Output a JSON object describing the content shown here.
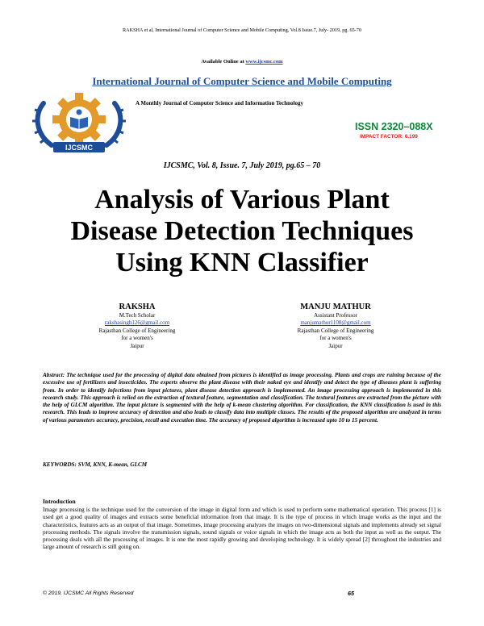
{
  "running_head": "RAKSHA et al, International Journal of Computer Science and Mobile Computing, Vol.8 Issue.7, July- 2019, pg. 65-70",
  "availability": {
    "label": "Available Online at ",
    "url": "www.ijcsmc.com"
  },
  "journal": {
    "title": "International Journal of Computer Science and Mobile Computing",
    "subtitle": "A Monthly Journal of Computer Science and Information Technology",
    "logo_text": "IJCSMC",
    "issn": "ISSN 2320–088X",
    "impact_factor": "IMPACT FACTOR: 6.199",
    "colors": {
      "title": "#1f4e9e",
      "issn": "#0a8a3a",
      "impact": "#e0241b"
    }
  },
  "issue_line": "IJCSMC, Vol. 8, Issue. 7, July 2019, pg.65 – 70",
  "paper_title_lines": [
    "Analysis of Various Plant",
    "Disease Detection Techniques",
    "Using KNN Classifier"
  ],
  "authors": [
    {
      "name": "RAKSHA",
      "role": "M.Tech Scholar",
      "email": "rakshasingh126@gmail.com",
      "affiliation_1": "Rajasthan College of Engineering",
      "affiliation_2": "for a women's",
      "city": "Jaipur"
    },
    {
      "name": "MANJU MATHUR",
      "role": "Assistant Professor",
      "email": "manjumathur1108@gmail.com",
      "affiliation_1": "Rajasthan College of Engineering",
      "affiliation_2": "for a women's",
      "city": "Jaipur"
    }
  ],
  "abstract": "Abstract: The technique used for the processing of digital data obtained from pictures is identified as image processing. Plants and crops are ruining because of the excessive use of fertilizers and insecticides. The experts observe the plant disease with their naked eye and identify and detect the type of diseases plant is suffering from. In order to identify infections from input pictures, plant disease detection approach is implemented. An image processing approach is implemented in this research study. This approach is relied on the extraction of textural feature, segmentation and classification. The textural features are extracted from the picture with the help of GLCM algorithm. The input picture is segmented with the help of k-mean clustering algorithm. For classification, the KNN classification is used in this research. This leads to improve accuracy of detection and also leads to classify data into multiple classes. The results of the proposed algorithm are analyzed in terms of various parameters accuracy, precision, recall and execution time. The accuracy of proposed algorithm is increased upto 10 to 15 percent.",
  "keywords": "KEYWORDS: SVM, KNN, K-mean, GLCM",
  "introduction": {
    "heading": "Introduction",
    "body": "Image processing is the technique used for the conversion of the image in digital form and which is used to perform some mathematical operation. This process [1] is used get a good quality of images and extracts some beneficial information from that image. It is the type of process in which image works as the input and the characteristics, features acts as an output of that image. Sometimes, image processing analyzes the images on two-dimensional signals and implements already set signal processing methods. The signals involve the transmission signals, sound signals or voice signals in which the image acts as both the input as well as the output. The processing deals with all the processing of images. It is one the most rapidly growing and developing technology. It is widely spread [2] throughout the industries and large amount of research is still going on."
  },
  "footer": {
    "copyright": "© 2019, IJCSMC All Rights Reserved",
    "page": "65"
  }
}
